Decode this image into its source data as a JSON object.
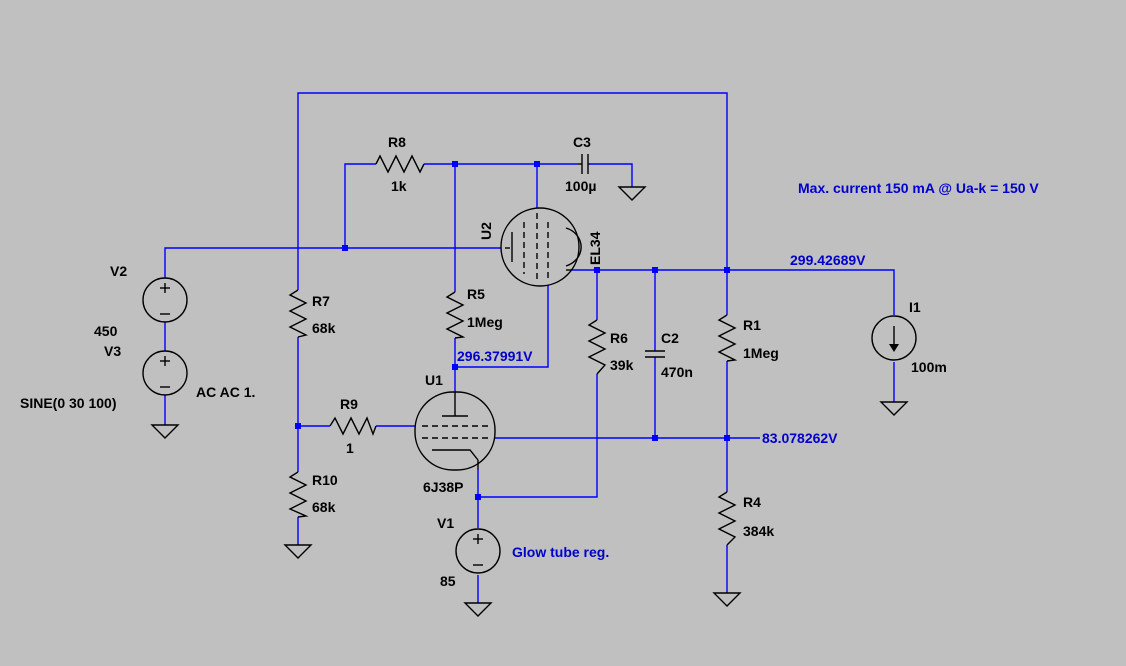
{
  "components": {
    "r8": {
      "name": "R8",
      "value": "1k"
    },
    "c3": {
      "name": "C3",
      "value": "100µ"
    },
    "u2": {
      "name": "U2",
      "value": "EL34"
    },
    "v2": {
      "name": "V2",
      "value": "450"
    },
    "v3": {
      "name": "V3",
      "value": "AC AC 1.",
      "spec": "SINE(0 30 100)"
    },
    "r7": {
      "name": "R7",
      "value": "68k"
    },
    "r5": {
      "name": "R5",
      "value": "1Meg"
    },
    "r6": {
      "name": "R6",
      "value": "39k"
    },
    "c2": {
      "name": "C2",
      "value": "470n"
    },
    "r1": {
      "name": "R1",
      "value": "1Meg"
    },
    "i1": {
      "name": "I1",
      "value": "100m"
    },
    "u1": {
      "name": "U1",
      "value": "6J38P"
    },
    "r9": {
      "name": "R9",
      "value": "1"
    },
    "r10": {
      "name": "R10",
      "value": "68k"
    },
    "r4": {
      "name": "R4",
      "value": "384k"
    },
    "v1": {
      "name": "V1",
      "value": "85"
    }
  },
  "node_voltages": {
    "output": "299.42689V",
    "u1_plate": "296.37991V",
    "divider": "83.078262V"
  },
  "comments": {
    "max_current": "Max. current 150 mA @ Ua-k = 150 V",
    "glow_tube": "Glow tube reg."
  },
  "colors": {
    "wire": "#0000ff",
    "component": "#000000",
    "background": "#c0c0c0",
    "annotation": "#0000cc"
  }
}
